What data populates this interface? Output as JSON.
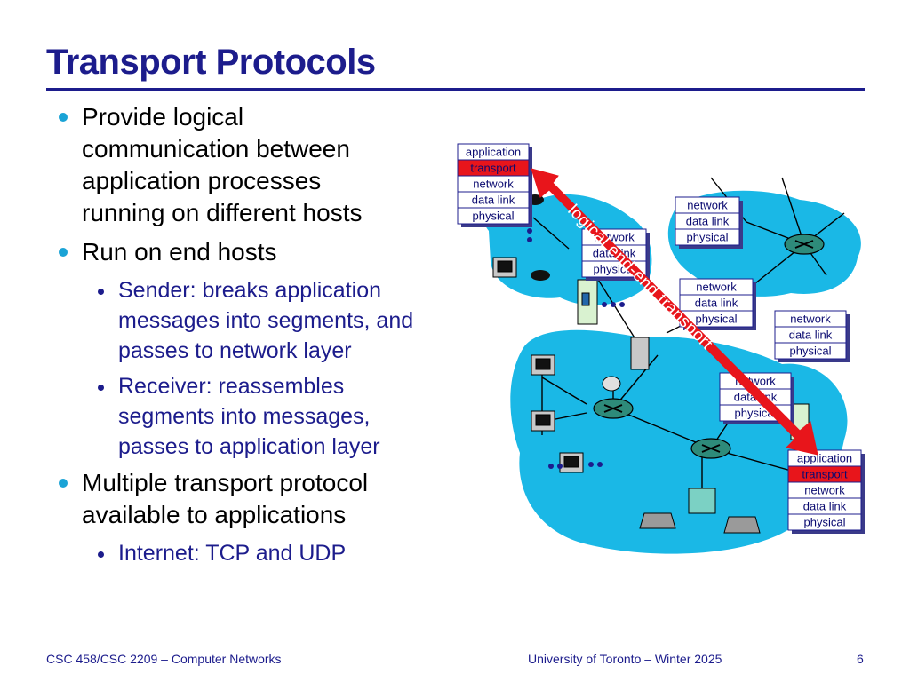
{
  "slide": {
    "title": "Transport Protocols",
    "bullets": [
      {
        "text": "Provide logical communication between application processes running on different hosts"
      },
      {
        "text": "Run on end hosts",
        "sub": [
          "Sender: breaks application messages into segments, and passes to network layer",
          "Receiver: reassembles segments into messages, passes to application layer"
        ]
      },
      {
        "text": "Multiple transport protocol available to applications",
        "sub": [
          "Internet: TCP and UDP"
        ]
      }
    ]
  },
  "figure": {
    "arrow_label": "logical end-end transport",
    "end_host_stack": [
      "application",
      "transport",
      "network",
      "data link",
      "physical"
    ],
    "router_stack": [
      "network",
      "data link",
      "physical"
    ],
    "colors": {
      "cloud": "#1ab8e6",
      "highlight": "#e8151b",
      "arrow": "#e8151b",
      "stack_border": "#1c1c8c"
    }
  },
  "footer": {
    "course": "CSC 458/CSC 2209 – Computer Networks",
    "university": "University of Toronto – Winter 2025",
    "page": "6"
  }
}
